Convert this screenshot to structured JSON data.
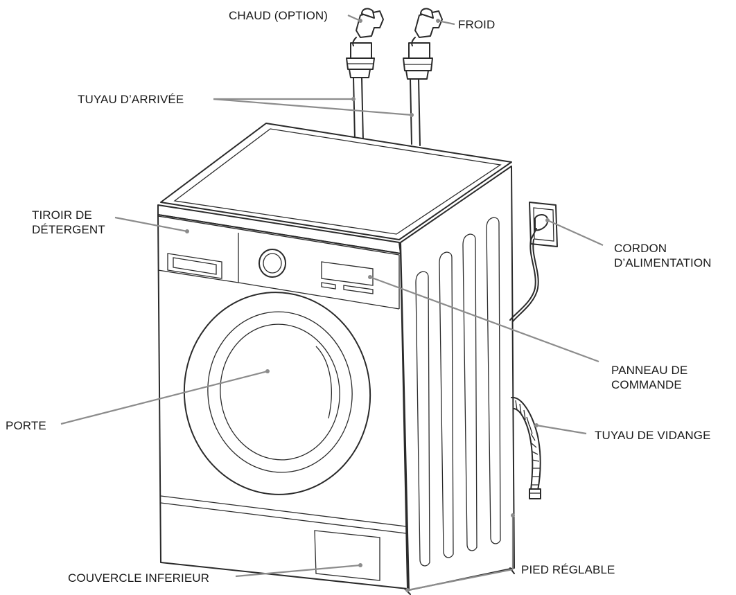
{
  "labels": {
    "hot_tap": "CHAUD (OPTION)",
    "cold_tap": "FROID",
    "inlet_hose": "TUYAU D’ARRIVÉE",
    "detergent_drawer": [
      "TIROIR DE",
      "DÉTERGENT"
    ],
    "power_cord": [
      "CORDON",
      "D’ALIMENTATION"
    ],
    "control_panel": [
      "PANNEAU DE",
      "COMMANDE"
    ],
    "door": "PORTE",
    "drain_hose": "TUYAU DE VIDANGE",
    "adjustable_feet": "PIED RÉGLABLE",
    "bottom_cover": "COUVERCLE INFERIEUR"
  },
  "colors": {
    "outline": "#2a2a2a",
    "leader_line": "#8c8c8c",
    "text": "#1a1a1a",
    "background": "#ffffff"
  }
}
